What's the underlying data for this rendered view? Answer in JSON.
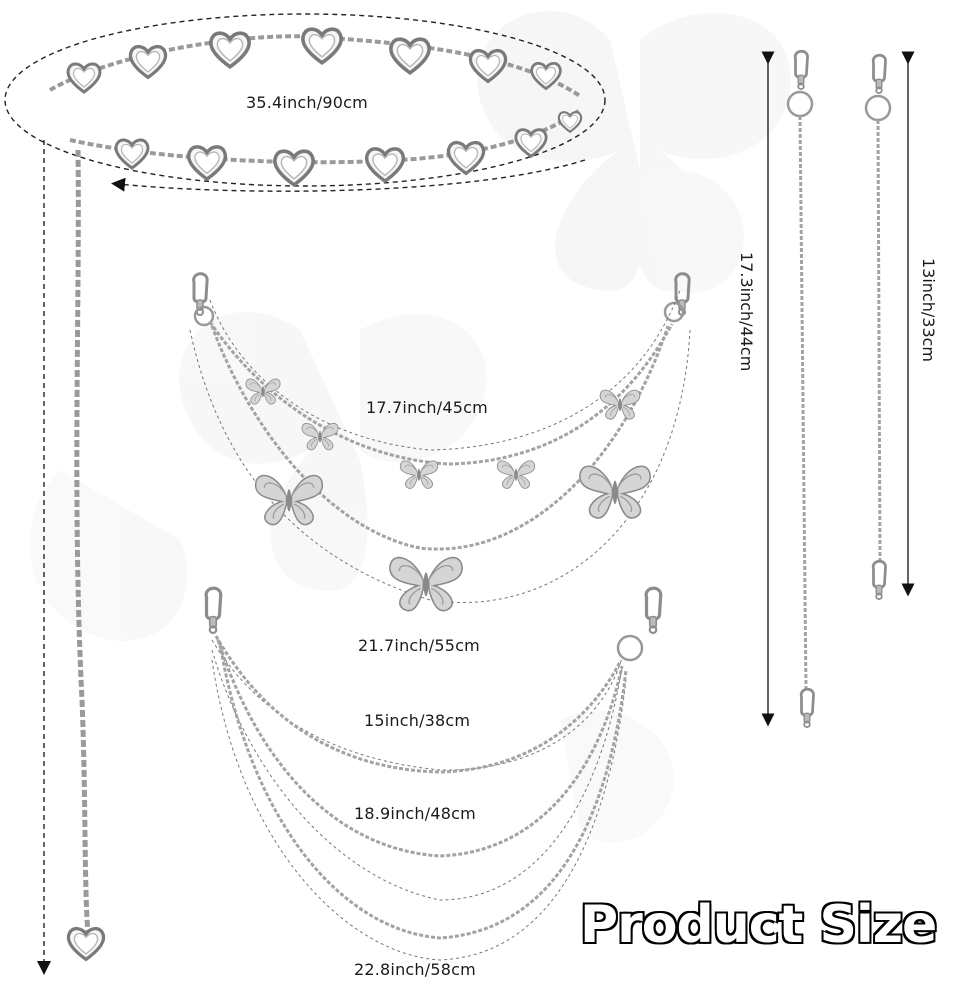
{
  "title": "Product Size",
  "colors": {
    "chain": "#a9a9a9",
    "heart": "#8c8c8c",
    "dash": "#222222",
    "watermark": "#ececec"
  },
  "labels": {
    "heart_belt": "35.4inch/90cm",
    "butterfly_short": "17.7inch/45cm",
    "butterfly_long": "21.7inch/55cm",
    "tier_short": "15inch/38cm",
    "tier_mid": "18.9inch/48cm",
    "tier_long": "22.8inch/58cm",
    "pendant_long": "17.3inch/44cm",
    "pendant_short": "13inch/33cm"
  },
  "icons": [
    "heart-icon",
    "butterfly-icon",
    "clasp-icon",
    "ring-icon",
    "arrow-icon"
  ]
}
